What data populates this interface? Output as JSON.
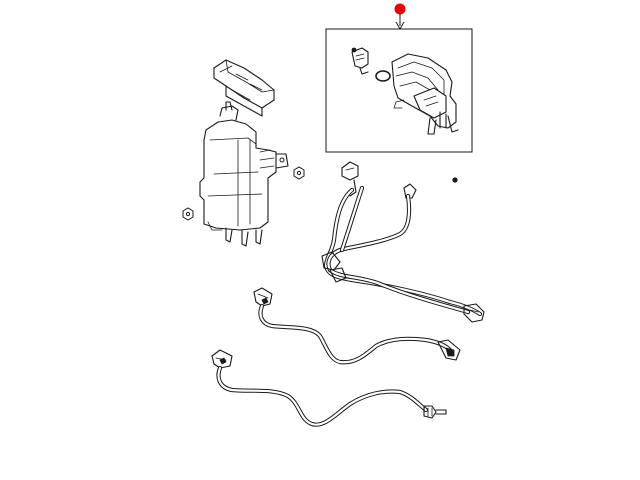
{
  "diagram": {
    "callout_color": "#e3000b",
    "line_color": "#1a1a1a",
    "background": "#ffffff",
    "parts": [
      {
        "id": "vapor-canister",
        "icon": "canister-icon"
      },
      {
        "id": "canister-filter",
        "icon": "filter-icon"
      },
      {
        "id": "leak-detection-pump",
        "icon": "pump-icon"
      },
      {
        "id": "vapor-hose-harness",
        "icon": "hose-icon"
      },
      {
        "id": "purge-line-upper",
        "icon": "hose-icon"
      },
      {
        "id": "purge-line-lower",
        "icon": "hose-icon"
      }
    ]
  }
}
